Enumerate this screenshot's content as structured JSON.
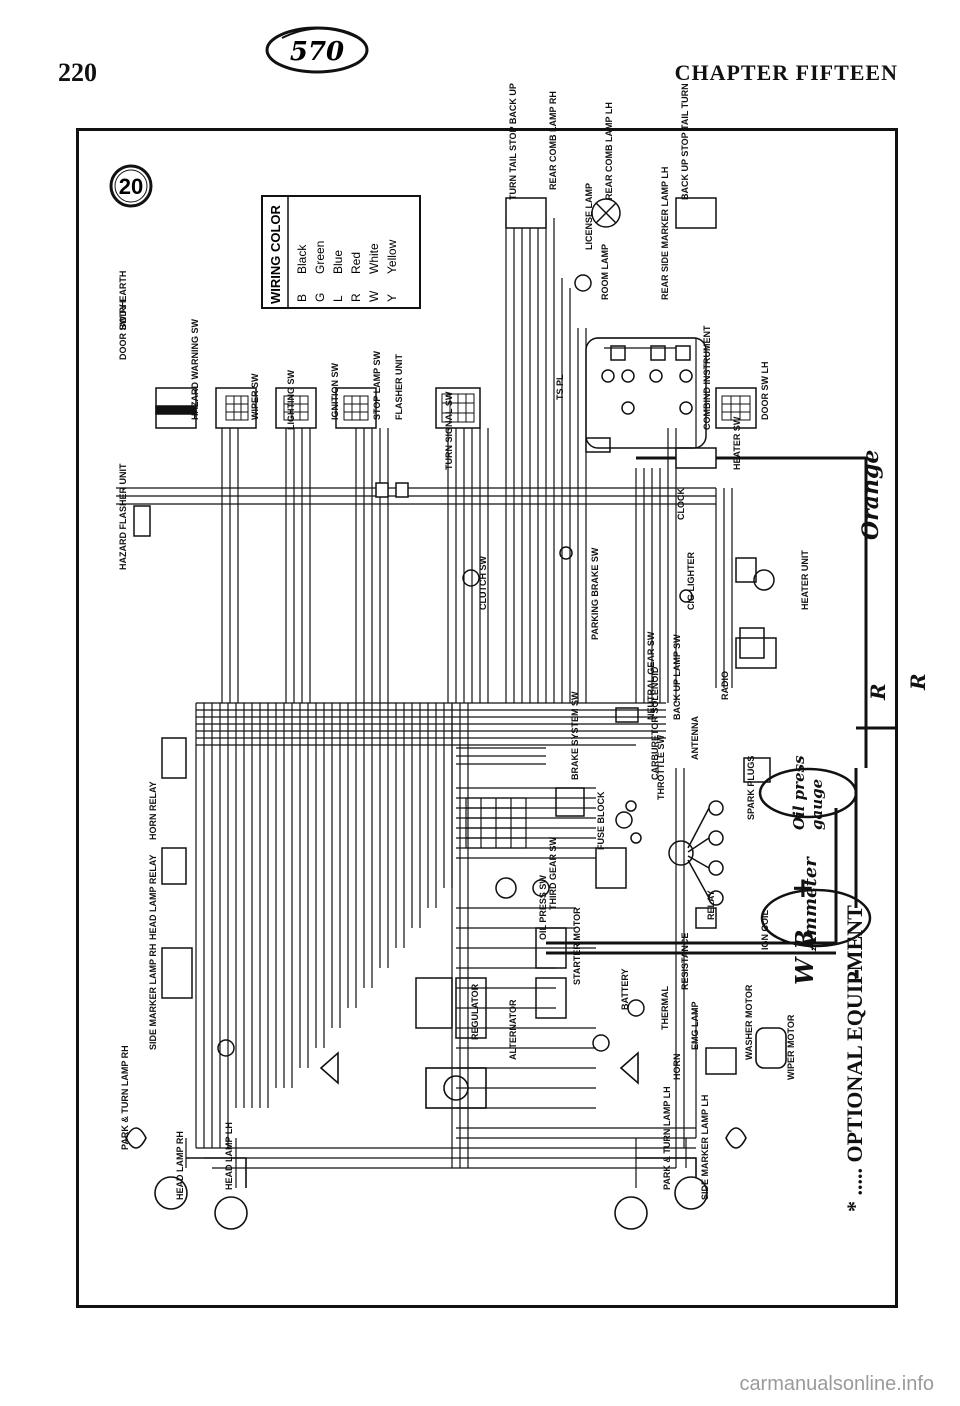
{
  "header": {
    "page_number": "220",
    "chapter_title": "CHAPTER FIFTEEN",
    "handwritten_number": "570"
  },
  "diagram": {
    "figure_number": "20",
    "legend": {
      "title": "WIRING COLOR",
      "entries": [
        {
          "code": "B",
          "name": "Black"
        },
        {
          "code": "G",
          "name": "Green"
        },
        {
          "code": "L",
          "name": "Blue"
        },
        {
          "code": "R",
          "name": "Red"
        },
        {
          "code": "W",
          "name": "White"
        },
        {
          "code": "Y",
          "name": "Yellow"
        }
      ]
    },
    "components": [
      "BODY EARTH",
      "DOOR SW RH",
      "HAZARD WARNING SW",
      "WIPER SW",
      "LIGHTING SW",
      "IGNITION SW",
      "STOP LAMP SW",
      "FLASHER UNIT",
      "TURN SIGNAL SW",
      "HAZARD FLASHER UNIT",
      "CLUTCH SW",
      "PARKING BRAKE SW",
      "TS PL",
      "CLOCK",
      "CIG LIGHTER",
      "HEATER UNIT",
      "HEATER SW",
      "DOOR SW LH",
      "COMBIND INSTRUMENT",
      "ROOM LAMP",
      "REAR SIDE MARKER LAMP LH",
      "REAR COMB LAMP LH",
      "LICENSE LAMP",
      "REAR COMB LAMP RH",
      "TURN TAIL STOP BACK UP",
      "BACK UP STOP TAIL TURN",
      "RADIO",
      "NEUTRAL GEAR SW",
      "BACK UP LAMP SW",
      "ANTENNA",
      "CARBURETOR SOLENOID",
      "THROTTLE SW",
      "SPARK PLUGS",
      "RELAY",
      "IGN COIL",
      "FUSE BLOCK",
      "BRAKE SYSTEM SW",
      "OIL PRESS SW",
      "THIRD GEAR SW",
      "STARTER MOTOR",
      "BATTERY",
      "REGULATOR",
      "ALTERNATOR",
      "RESISTANCE",
      "THERMAL",
      "EMG LAMP",
      "HORN",
      "WASHER MOTOR",
      "WIPER MOTOR",
      "HORN RELAY",
      "HEAD LAMP RELAY",
      "SIDE MARKER LAMP RH",
      "PARK & TURN LAMP RH",
      "HEAD LAMP RH",
      "HEAD LAMP LH",
      "PARK & TURN LAMP LH",
      "SIDE MARKER LAMP LH"
    ],
    "footnote": "OPTIONAL EQUIPMENT",
    "handwritten_notes": {
      "oil_gauge": "Oil press gauge",
      "ammeter": "Ammeter",
      "orange": "Orange",
      "r1": "R",
      "r2": "R",
      "wb": "W B",
      "plus": "+",
      "minus": "-"
    }
  },
  "footer": {
    "watermark": "carmanualsonline.info"
  }
}
